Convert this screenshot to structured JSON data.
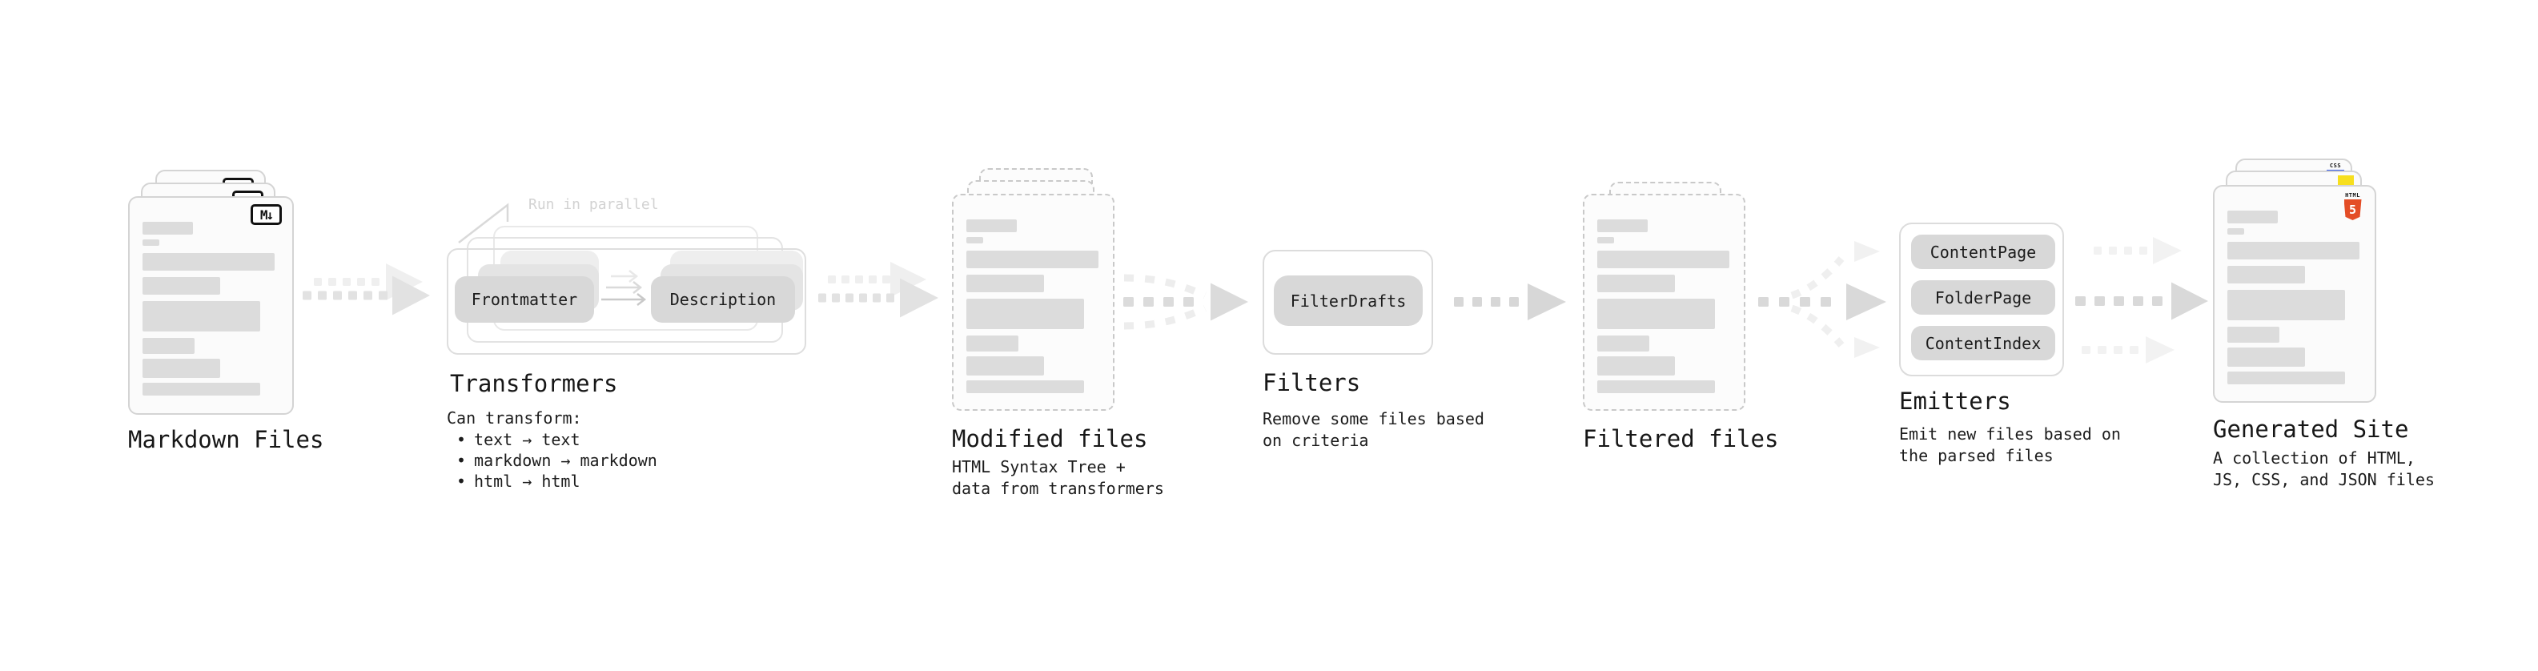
{
  "markdown_files": {
    "title": "Markdown Files"
  },
  "transformers": {
    "title": "Transformers",
    "annotation": "Run in parallel",
    "pills": [
      "Frontmatter",
      "Description"
    ],
    "note_heading": "Can transform:",
    "bullet_char": "•",
    "bullets": [
      "text → text",
      "markdown → markdown",
      "html → html"
    ]
  },
  "modified_files": {
    "title": "Modified files",
    "subtitle": "HTML Syntax Tree +\ndata from transformers"
  },
  "filters": {
    "title": "Filters",
    "subtitle": "Remove some files based\non criteria",
    "pills": [
      "FilterDrafts"
    ]
  },
  "filtered_files": {
    "title": "Filtered files"
  },
  "emitters": {
    "title": "Emitters",
    "subtitle": "Emit new files based on\nthe parsed files",
    "pills": [
      "ContentPage",
      "FolderPage",
      "ContentIndex"
    ]
  },
  "generated_site": {
    "title": "Generated Site",
    "subtitle": "A collection of HTML,\nJS, CSS, and JSON files"
  },
  "icons": {
    "markdown_badge": "M↓",
    "html5_label": "HTML",
    "html5_number": "5",
    "css_label": "CSS"
  },
  "colors": {
    "html5_orange": "#e44d26",
    "js_yellow": "#f7df1e",
    "css_blue": "#2d53e5"
  }
}
